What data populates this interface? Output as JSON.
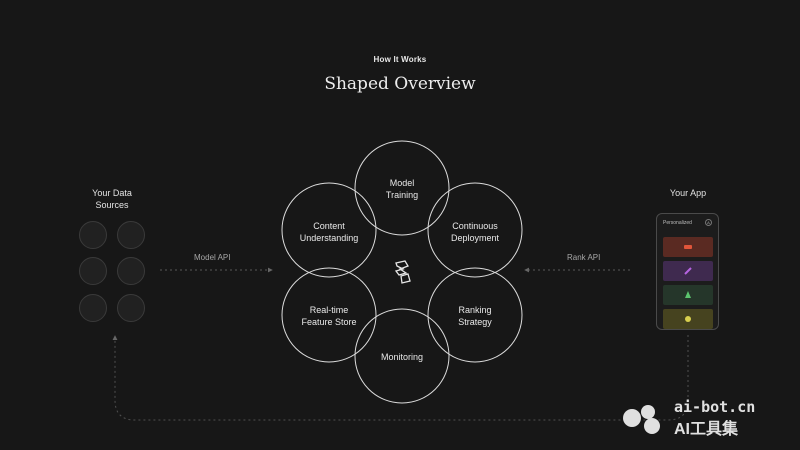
{
  "header": {
    "eyebrow": "How It Works",
    "title": "Shaped Overview"
  },
  "sources": {
    "label_line1": "Your Data",
    "label_line2": "Sources",
    "icons": [
      {
        "name": "source-icon-1",
        "color": "#1f8fd6"
      },
      {
        "name": "source-icon-2",
        "color": "#e2701e"
      },
      {
        "name": "database-icon",
        "color": "#7fa7d6"
      },
      {
        "name": "source-icon-4",
        "color": "#3fb08a"
      },
      {
        "name": "snowflake-icon",
        "color": "#29b5e8"
      },
      {
        "name": "source-icon-6",
        "color": "#d2452f"
      }
    ]
  },
  "flows": {
    "model_api": "Model API",
    "rank_api": "Rank API"
  },
  "circles": [
    {
      "line1": "Model",
      "line2": "Training"
    },
    {
      "line1": "Continuous",
      "line2": "Deployment"
    },
    {
      "line1": "Ranking",
      "line2": "Strategy"
    },
    {
      "line1": "Monitoring",
      "line2": ""
    },
    {
      "line1": "Real-time",
      "line2": "Feature Store"
    },
    {
      "line1": "Content",
      "line2": "Understanding"
    }
  ],
  "app": {
    "label": "Your App",
    "header": "Personalized",
    "badge": "A",
    "cards": [
      {
        "color": "#5a2a22",
        "accent": "#e0553a"
      },
      {
        "color": "#3f2a4f",
        "accent": "#b564e0"
      },
      {
        "color": "#25362a",
        "accent": "#5cc46e"
      },
      {
        "color": "#46431f",
        "accent": "#d8cf4e"
      }
    ]
  },
  "watermark": {
    "line1": "ai-bot.cn",
    "line2": "AI工具集"
  }
}
